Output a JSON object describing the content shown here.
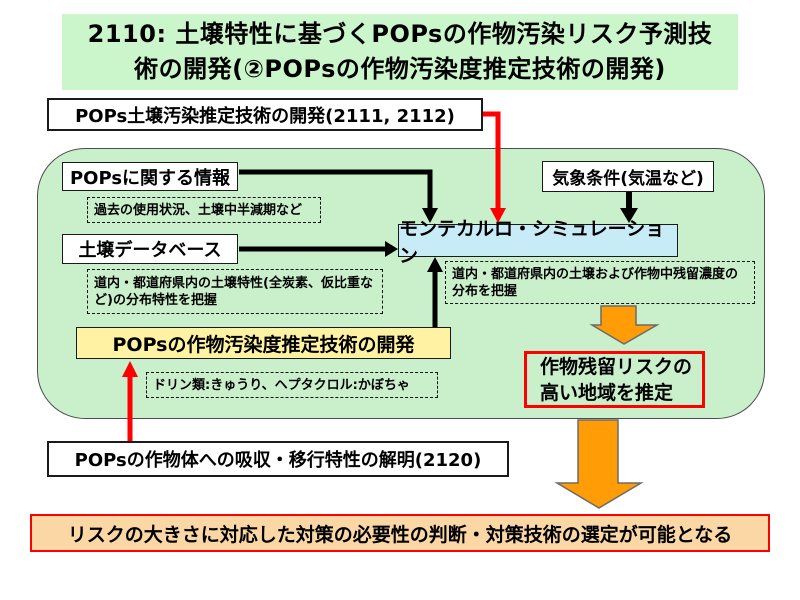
{
  "title": {
    "lines": [
      "2110: 土壌特性に基づくPOPsの作物汚染リスク予測技",
      "術の開発(②POPsの作物汚染度推定技術の開発)"
    ],
    "bg_color": "#CBF6CB"
  },
  "boxes": {
    "soil_pollution_estimation": "POPs土壌汚染推定技術の開発(2111, 2112)",
    "pops_info": "POPsに関する情報",
    "past_use_note": "過去の使用状況、土壌中半減期など",
    "soil_database": "土壌データベース",
    "soil_characteristics_note": "道内・都道府県内の土壌特性(全炭素、仮比重など)の分布特性を把握",
    "weather_condition": "気象条件(気温など)",
    "montecarlo": "モンテカルロ・シミュレーション",
    "residue_distribution_note": "道内・都道府県内の土壌および作物中残留濃度の分布を把握",
    "crop_estimation_tech": "POPsの作物汚染度推定技術の開発",
    "crop_examples_note": "ドリン類:きゅうり、ヘプタクロル:かぼちゃ",
    "risk_area": "作物残留リスクの高い地域を推定",
    "absorption_transfer": "POPsの作物体への吸収・移行特性の解明(2120)",
    "conclusion": "リスクの大きさに対応した対策の必要性の判断・対策技術の選定が可能となる"
  },
  "colors": {
    "container_green": "#C9F0CB",
    "title_green": "#CBF6CB",
    "montecarlo_blue": "#C8EBF8",
    "highlight_yellow": "#FFF2A2",
    "conclusion_peach": "#FAD7A4",
    "arrow_orange": "#FF9C06",
    "accent_red": "#FF0000",
    "arrow_black": "#000000"
  }
}
